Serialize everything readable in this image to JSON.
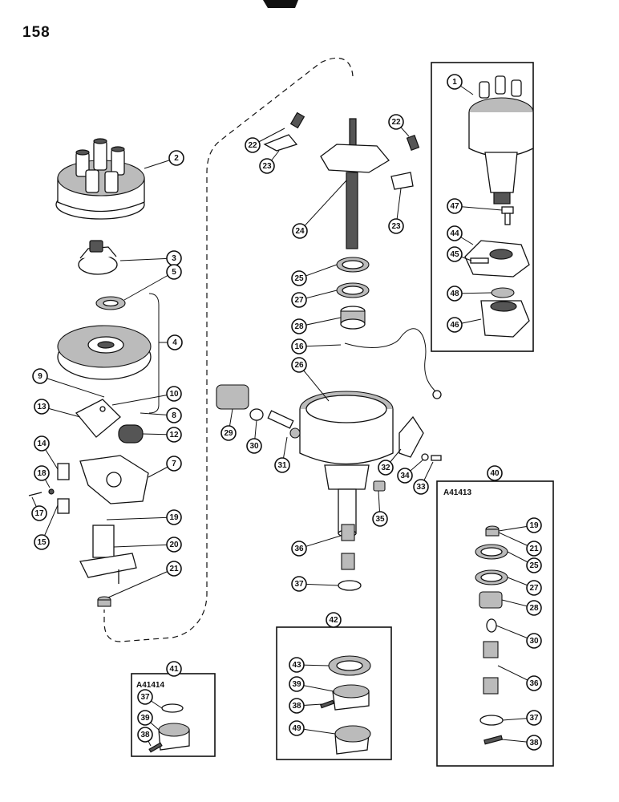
{
  "page": {
    "number": "158"
  },
  "kits": [
    {
      "ref": "40",
      "part_no": "A41413"
    },
    {
      "ref": "41",
      "part_no": "A41414"
    },
    {
      "ref": "42",
      "part_no": ""
    }
  ],
  "callouts": [
    "1",
    "2",
    "3",
    "4",
    "5",
    "7",
    "8",
    "9",
    "10",
    "12",
    "13",
    "14",
    "15",
    "16",
    "17",
    "18",
    "19",
    "20",
    "21",
    "22",
    "22",
    "23",
    "23",
    "24",
    "25",
    "26",
    "27",
    "28",
    "29",
    "30",
    "31",
    "32",
    "33",
    "34",
    "35",
    "36",
    "37",
    "44",
    "45",
    "46",
    "47",
    "48",
    "19",
    "21",
    "25",
    "27",
    "28",
    "30",
    "36",
    "37",
    "38",
    "37",
    "39",
    "38",
    "43",
    "39",
    "38",
    "49"
  ]
}
